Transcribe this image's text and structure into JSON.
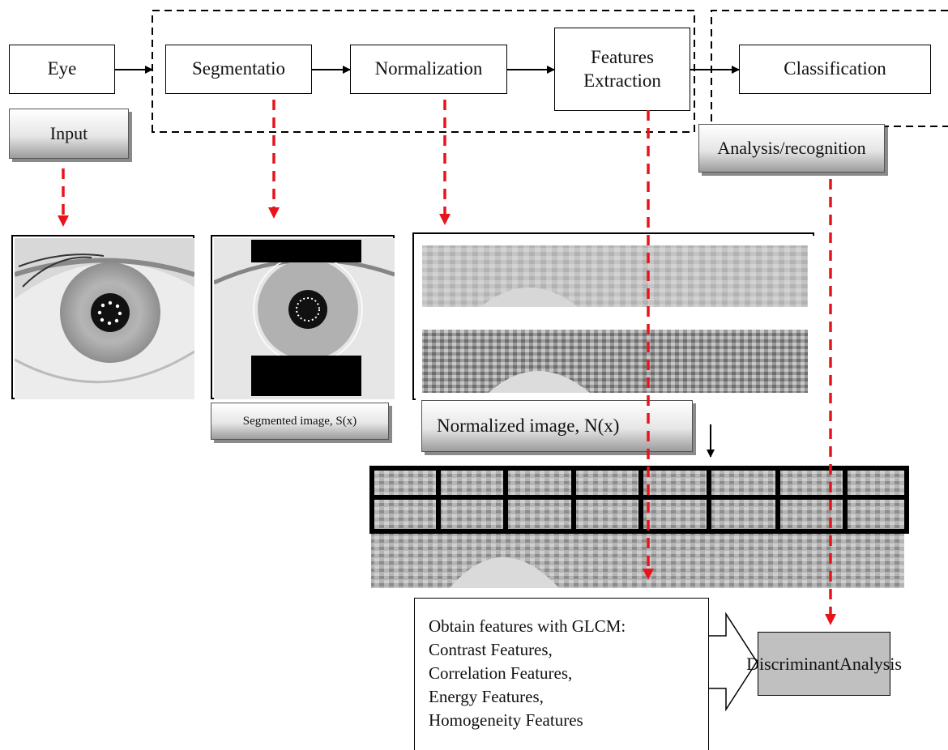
{
  "pipeline": {
    "eye": "Eye",
    "segmentation": "Segmentatio",
    "normalization": "Normalization",
    "features_extraction_line1": "Features",
    "features_extraction_line2": "Extraction",
    "classification": "Classification"
  },
  "labels": {
    "input": "Input",
    "analysis_recognition": "Analysis/recognition",
    "segmented_image": "Segmented image, S(x)",
    "normalized_image": "Normalized image, N(x)"
  },
  "glcm": {
    "lines": [
      "Obtain features with GLCM:",
      "Contrast Features,",
      "Correlation Features,",
      "Energy Features,",
      "Homogeneity Features"
    ]
  },
  "discriminant": {
    "line1": "Discriminant",
    "line2": "Analysis"
  },
  "colors": {
    "red_arrow": "#e8141b",
    "line": "#000000",
    "discriminant_fill": "#c0c0c0"
  }
}
